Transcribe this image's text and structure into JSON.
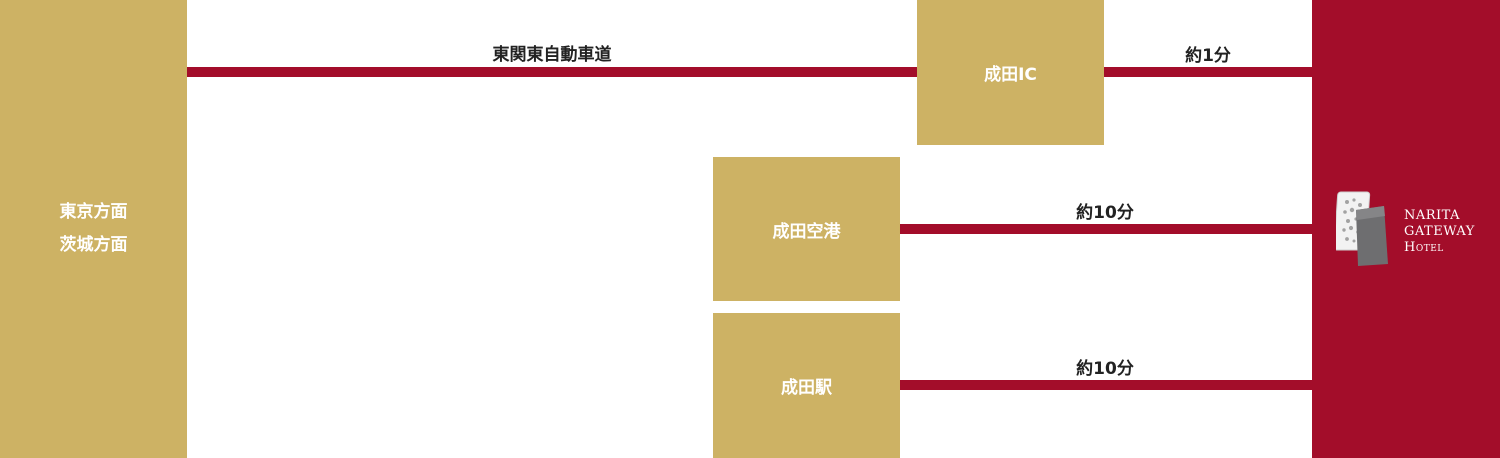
{
  "origin": {
    "line1": "東京方面",
    "line2": "茨城方面"
  },
  "routes": [
    {
      "label": "東関東自動車道"
    },
    {
      "destination": "成田IC",
      "time": "約1分"
    },
    {
      "destination": "成田空港",
      "time": "約10分"
    },
    {
      "destination": "成田駅",
      "time": "約10分"
    }
  ],
  "hotel": {
    "name_line1": "Narita",
    "name_line2": "Gateway",
    "name_line3": "Hotel",
    "logo_icon": "hotel-logo-mark"
  },
  "colors": {
    "gold": "#cdb264",
    "crimson": "#a30d2a",
    "text": "#222222",
    "white": "#ffffff"
  }
}
